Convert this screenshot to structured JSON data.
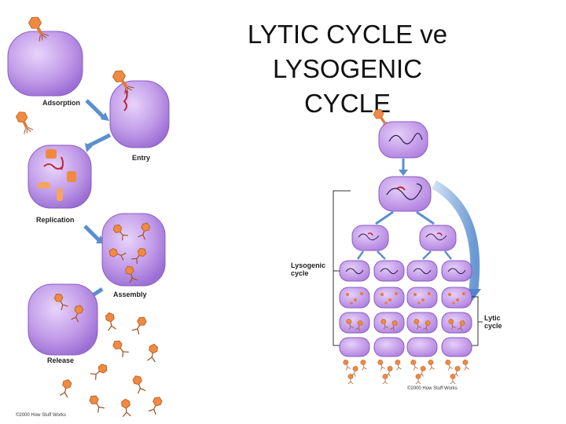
{
  "title": {
    "line1": "LYTIC CYCLE ve LYSOGENIC",
    "line2": "CYCLE"
  },
  "lytic_panel": {
    "labels": {
      "adsorption": "Adsorption",
      "entry": "Entry",
      "replication": "Replication",
      "assembly": "Assembly",
      "release": "Release"
    },
    "copyright": "©2000 How Stuff Works"
  },
  "cycle_panel": {
    "labels": {
      "lysogenic": "Lysogenic\ncycle",
      "lytic": "Lytic\ncycle"
    },
    "copyright": "©2000 How Stuff Works"
  },
  "colors": {
    "cell_fill": "#b98fe0",
    "cell_edge": "#8a5cc4",
    "phage": "#e87a3a",
    "arrow_blue": "#5b8fd0",
    "dna_red": "#c0283a"
  }
}
